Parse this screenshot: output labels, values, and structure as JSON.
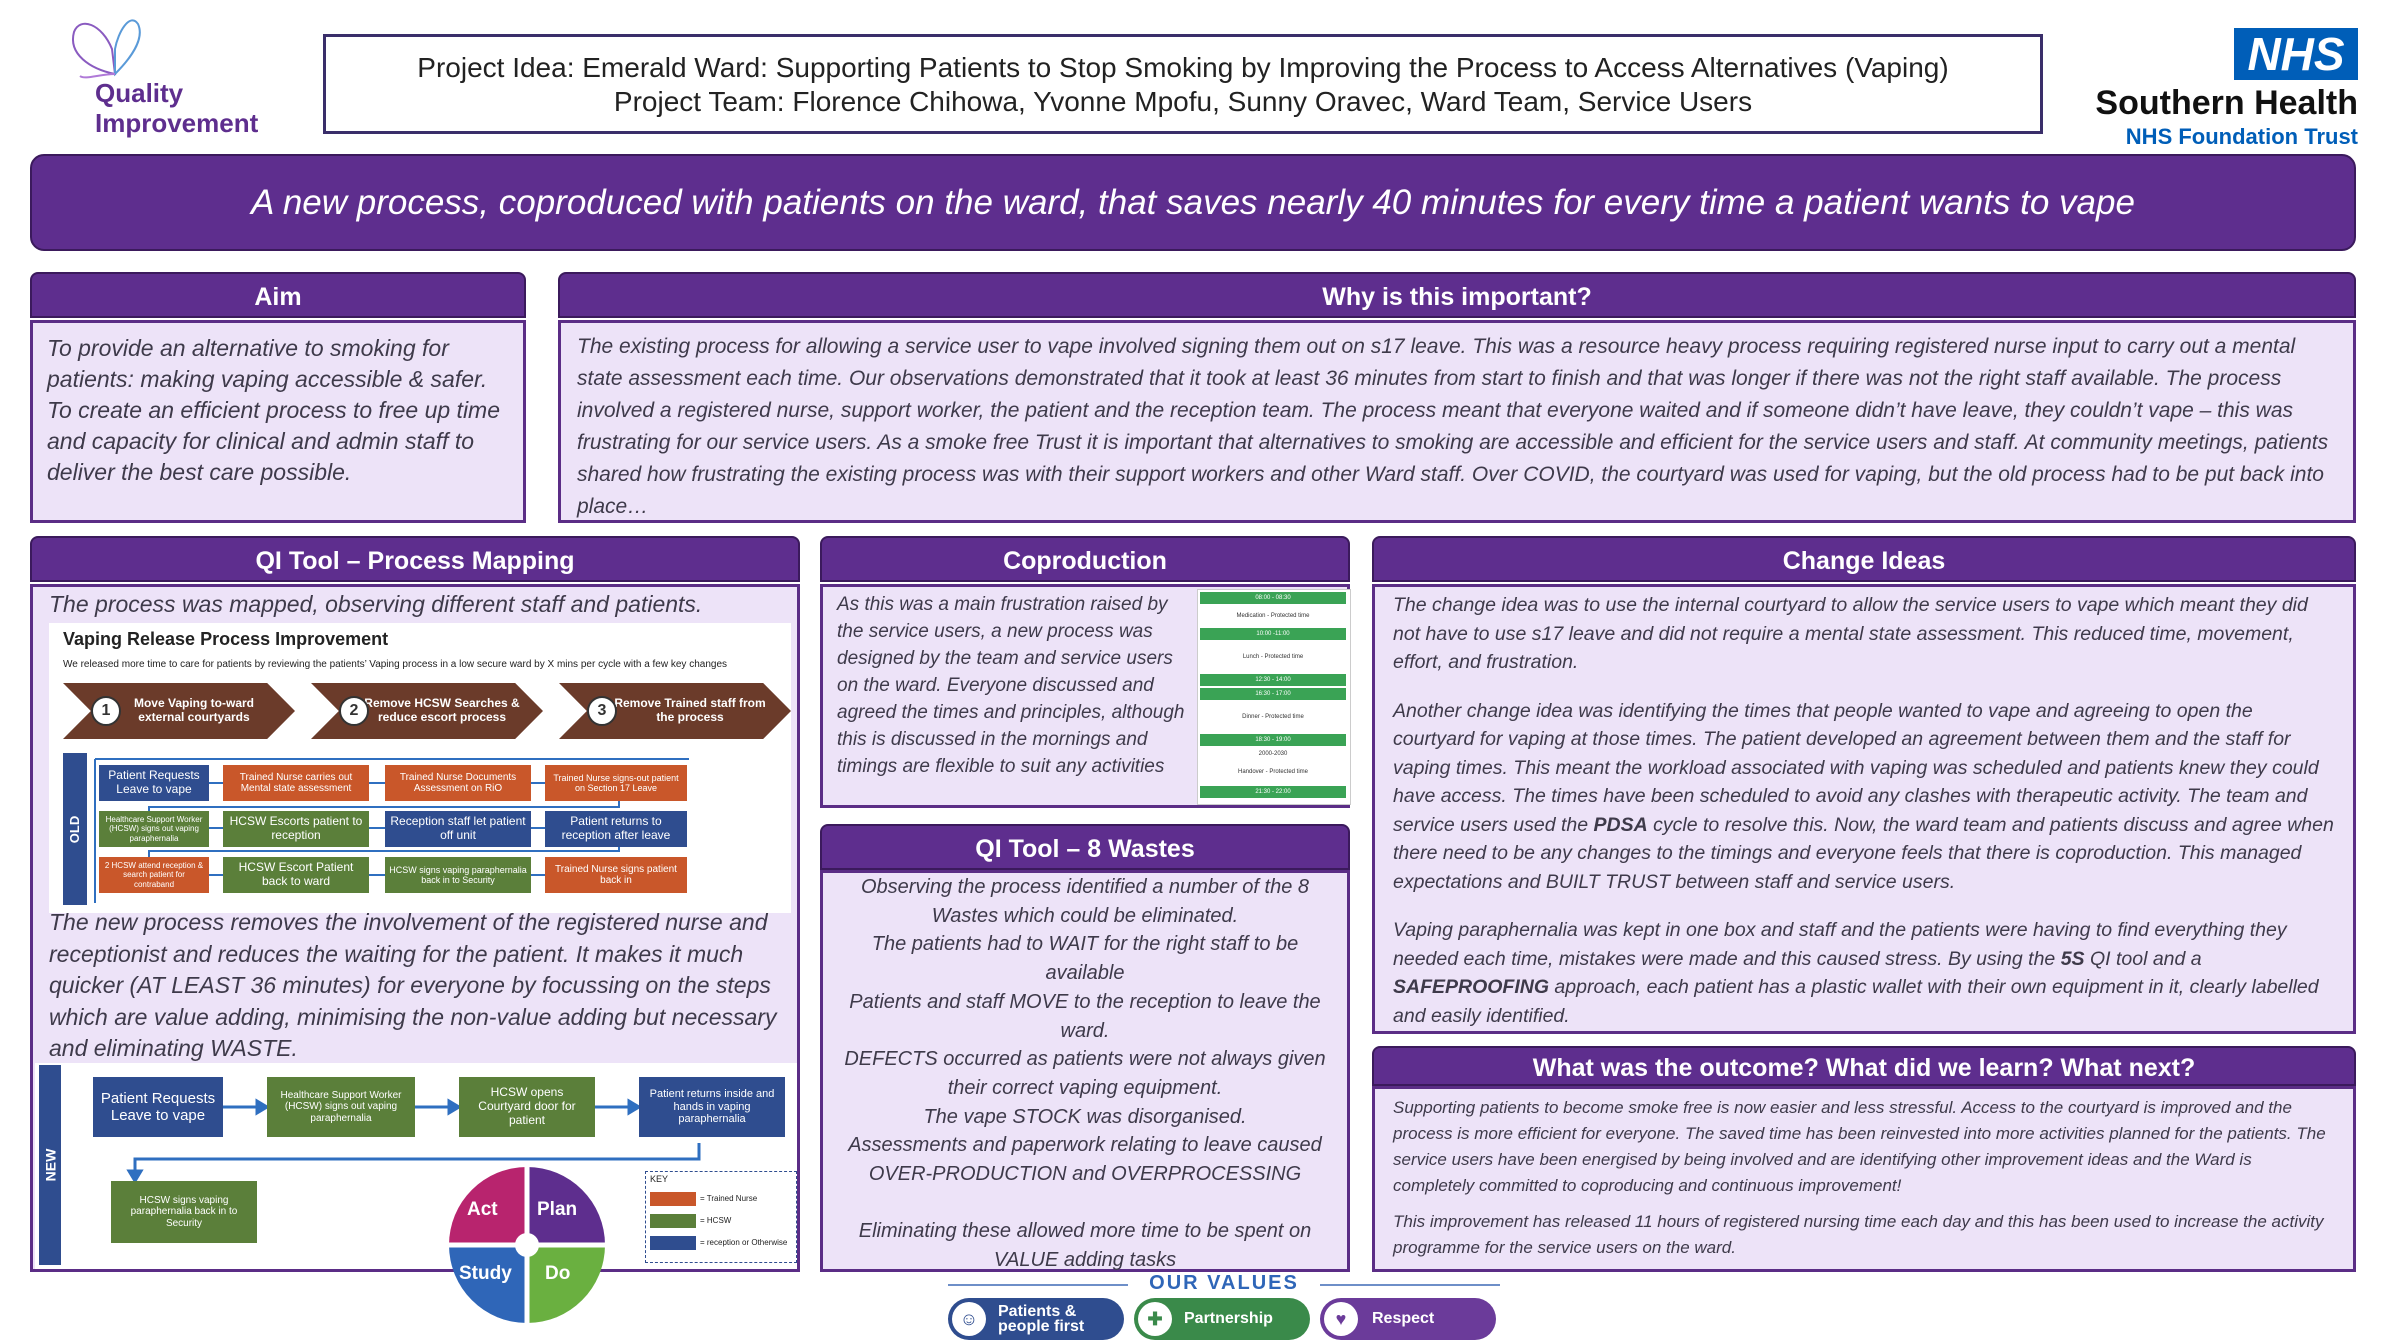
{
  "logo_qi": {
    "line1": "Quality",
    "line2": "Improvement"
  },
  "title": {
    "line1": "Project Idea: Emerald Ward: Supporting Patients to Stop Smoking by Improving the Process to Access Alternatives (Vaping)",
    "line2": "Project Team: Florence Chihowa, Yvonne Mpofu, Sunny Oravec, Ward Team, Service Users"
  },
  "nhs": {
    "badge": "NHS",
    "org": "Southern Health",
    "trust": "NHS Foundation Trust"
  },
  "banner": "A new process, coproduced with patients on the ward, that saves nearly 40 minutes for every time a patient wants to vape",
  "aim": {
    "title": "Aim",
    "text": "To  provide an alternative to smoking for patients: making vaping accessible & safer.\nTo create an efficient process to free up time and capacity for clinical and admin staff to deliver the best care possible."
  },
  "why": {
    "title": "Why is this important?",
    "text": "The existing process for allowing a service user to vape involved signing them out on s17 leave. This was a resource heavy process requiring registered nurse input to carry out a mental state assessment each time. Our observations demonstrated that it took at least 36 minutes from start to finish and that was longer if there was not the right staff available. The process involved a registered nurse, support worker, the patient and the reception team. The process meant that everyone waited and if someone didn’t have leave, they couldn’t vape – this was frustrating for our service users. As a smoke free Trust it is important that alternatives to smoking are accessible and efficient for the service users and staff. At community meetings, patients shared how frustrating the existing process was with their support workers and other Ward staff. Over COVID, the courtyard was used for vaping, but the old process had to be put back into place…"
  },
  "process_mapping": {
    "title": "QI Tool – Process Mapping",
    "intro": "The process was mapped, observing different staff and patients.",
    "diagram_title": "Vaping Release Process Improvement",
    "diagram_sub": "We released more time to care for patients by reviewing  the patients’ Vaping process in a low secure ward  by X mins per cycle with a few key changes",
    "steps": [
      {
        "num": "1",
        "label": "Move Vaping  to-ward external courtyards"
      },
      {
        "num": "2",
        "label": "Remove HCSW Searches & reduce escort process"
      },
      {
        "num": "3",
        "label": "Remove  Trained staff from the process"
      }
    ],
    "old_label": "OLD",
    "old_boxes": [
      "Patient Requests Leave to vape",
      "Trained Nurse carries out Mental state assessment",
      "Trained Nurse Documents Assessment on RiO",
      "Trained Nurse signs-out patient on Section 17 Leave",
      "Healthcare Support Worker (HCSW) signs out vaping paraphernalia",
      "HCSW Escorts patient to reception",
      "Reception staff let patient off unit",
      "Patient returns to reception after leave",
      "2 HCSW attend reception & search patient for contraband",
      "HCSW Escort Patient back to ward",
      "HCSW signs vaping paraphernalia back in to Security",
      "Trained Nurse signs patient back in"
    ],
    "summary": "The new process removes the involvement of the registered nurse and receptionist and reduces the waiting for the patient. It makes it much quicker (AT LEAST 36 minutes) for everyone by focussing on the steps which are value adding, minimising the non-value adding but necessary and eliminating WASTE.",
    "new_label": "NEW",
    "new_boxes": [
      "Patient Requests Leave to vape",
      "Healthcare Support Worker (HCSW) signs out vaping paraphernalia",
      "HCSW opens Courtyard door for patient",
      "Patient returns inside and hands in vaping paraphernalia",
      "HCSW signs vaping paraphernalia back in to Security"
    ],
    "pdsa": {
      "act": "Act",
      "plan": "Plan",
      "study": "Study",
      "do": "Do"
    },
    "key": {
      "title": "KEY",
      "items": [
        "= Trained Nurse",
        "= HCSW",
        "= reception or Otherwise"
      ],
      "colors": [
        "#c9572a",
        "#5b7f3a",
        "#2f4d8f"
      ]
    }
  },
  "coproduction": {
    "title": "Coproduction",
    "text": "As this was a main frustration raised by the service users, a new process was designed by the team and service users on the ward. Everyone discussed and agreed the times and principles, although this is discussed in the mornings and timings are flexible to suit any activities",
    "schedule": [
      "08:00 - 08:30",
      "Medication - Protected time",
      "10:00 -11:00",
      "Lunch - Protected time",
      "12:30 - 14:00",
      "16:30 - 17:00",
      "Dinner - Protected time",
      "18:30 - 19:00",
      "2000-2030",
      "Handover - Protected time",
      "21:30 - 22:00"
    ]
  },
  "wastes": {
    "title": "QI Tool – 8 Wastes",
    "text": "Observing the process identified a number of the 8 Wastes which could be eliminated.\nThe patients had to WAIT for the right staff to be available\nPatients and staff MOVE to the reception to leave the ward.\nDEFECTS occurred as patients were not always given their correct vaping equipment.\nThe vape STOCK was disorganised.\nAssessments and paperwork relating to leave caused OVER-PRODUCTION and OVERPROCESSING\n\nEliminating these allowed more time to be spent on VALUE adding tasks"
  },
  "change": {
    "title": "Change Ideas",
    "p1": "The change idea was to use the internal courtyard to allow the service users to vape which meant they did not have to use s17 leave and did not require a mental state assessment. This reduced time, movement, effort, and frustration.",
    "p2a": "Another change idea was identifying the times that people wanted to vape and agreeing to open the courtyard for vaping at those times. The patient developed an agreement between them and the staff for vaping times. This meant the workload associated with vaping was scheduled and patients knew they could have access. The times have been scheduled to avoid any clashes with therapeutic activity. The team and service users used the ",
    "p2b": "PDSA",
    "p2c": " cycle to resolve this. Now, the ward team and patients discuss and agree when there need to be any changes to the timings and everyone feels that there is coproduction. This managed expectations and BUILT TRUST between staff and service users.",
    "p3a": "Vaping paraphernalia was kept in one box and staff and the patients were having to find everything they needed each time, mistakes were made and this caused stress. By using the ",
    "p3b": "5S",
    "p3c": " QI tool and a ",
    "p3d": "SAFEPROOFING",
    "p3e": " approach, each patient has a plastic wallet with their own equipment in it, clearly labelled and easily identified."
  },
  "outcome": {
    "title": "What was the outcome? What did we learn? What next?",
    "p1": "Supporting patients to become smoke free is now easier and less stressful. Access to the courtyard is improved and the process is more efficient for everyone. The saved time has been reinvested into more activities planned for the patients. The service users have been energised by being involved and are identifying other improvement ideas and the Ward is completely committed to coproducing and continuous improvement!",
    "p2": "This improvement has released 11 hours of registered nursing time each day and this has been used to increase the activity programme for the service users on the ward."
  },
  "values": {
    "title": "OUR VALUES",
    "items": [
      {
        "line1": "Patients &",
        "line2": "people first",
        "color": "#2f4d8f"
      },
      {
        "line1": "Partnership",
        "line2": "",
        "color": "#3a8a4a"
      },
      {
        "line1": "Respect",
        "line2": "",
        "color": "#6b3b9a"
      }
    ]
  },
  "colors": {
    "purple": "#5e2e8e",
    "panel": "#ede3f8",
    "nhs_blue": "#005eb8"
  }
}
